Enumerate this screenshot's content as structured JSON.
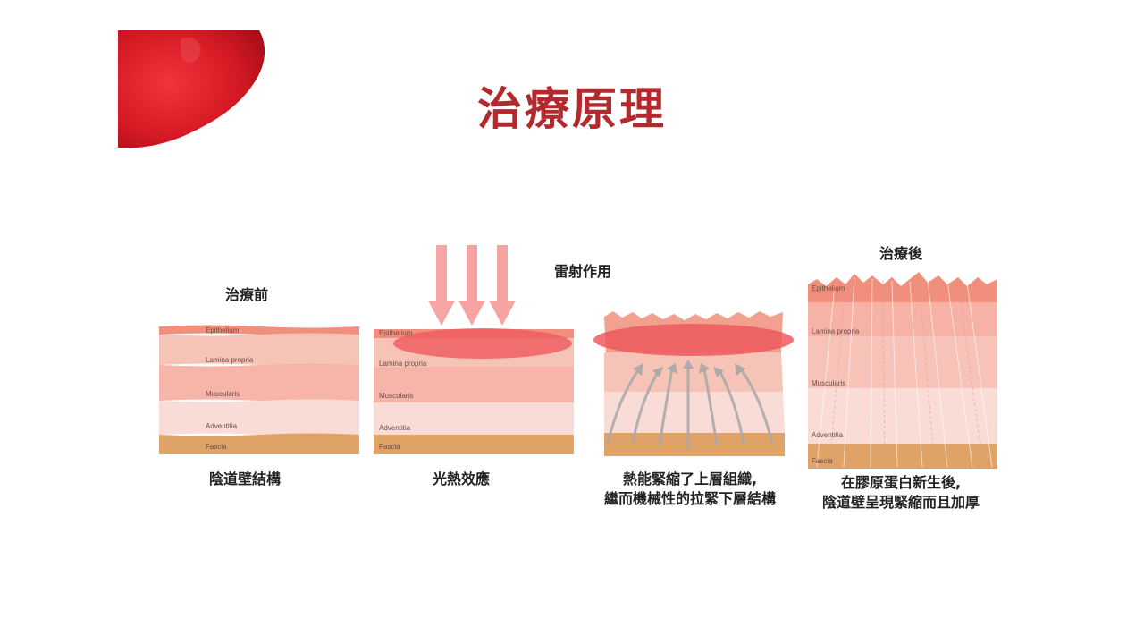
{
  "slide": {
    "title": "治療原理",
    "title_color": "#b22a2e"
  },
  "colors": {
    "epithelium": "#ef8f7c",
    "lamina": "#f6c3b7",
    "muscularis": "#f7b5aa",
    "adventitia": "#fadcd6",
    "fascia": "#dfa368",
    "laser": "#ee5b5e",
    "accent_red": "#d41f2c"
  },
  "layers": {
    "epithelium": "Epithelium",
    "lamina": "Lamina propria",
    "muscularis": "Muscularis",
    "adventitia": "Adventitia",
    "fascia": "Fascia"
  },
  "stages": {
    "before": {
      "header": "治療前",
      "caption": "陰道壁結構"
    },
    "laser": {
      "header": "雷射作用",
      "caption": "光熱效應"
    },
    "contract": {
      "caption_line1": "熱能緊縮了上層組織,",
      "caption_line2": "繼而機械性的拉緊下層結構"
    },
    "after": {
      "header": "治療後",
      "caption_line1": "在膠原蛋白新生後,",
      "caption_line2": "陰道壁呈現緊縮而且加厚"
    }
  }
}
